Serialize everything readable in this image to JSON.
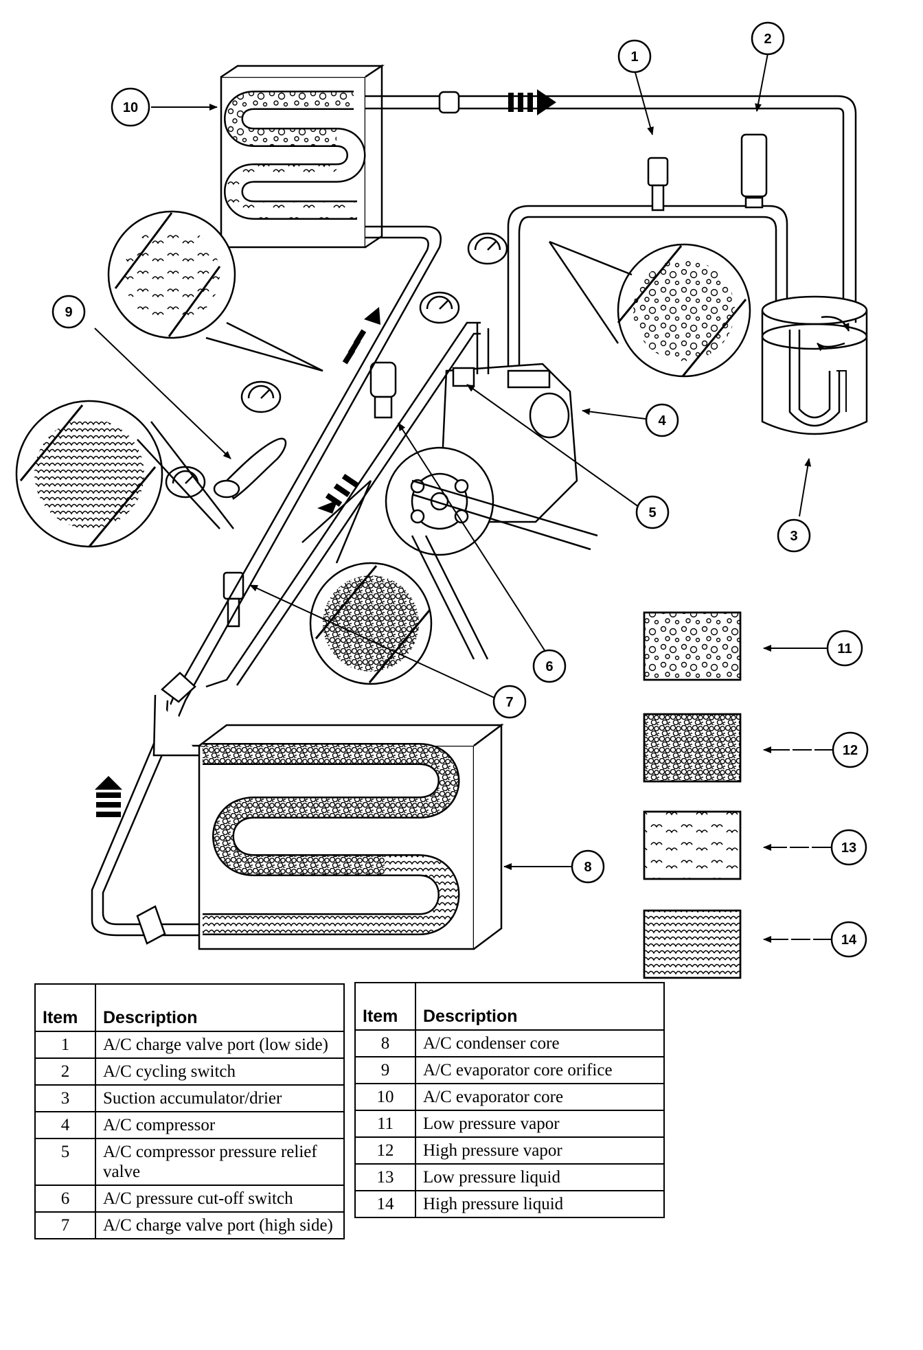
{
  "callouts": [
    "1",
    "2",
    "3",
    "4",
    "5",
    "6",
    "7",
    "8",
    "9",
    "10",
    "11",
    "12",
    "13",
    "14"
  ],
  "legend_left": {
    "col_item": "Item",
    "col_desc": "Description",
    "rows": [
      {
        "item": "1",
        "desc": "A/C charge valve port (low side)"
      },
      {
        "item": "2",
        "desc": "A/C cycling switch"
      },
      {
        "item": "3",
        "desc": "Suction accumulator/drier"
      },
      {
        "item": "4",
        "desc": "A/C compressor"
      },
      {
        "item": "5",
        "desc": "A/C compressor pressure relief valve"
      },
      {
        "item": "6",
        "desc": "A/C pressure cut-off switch"
      },
      {
        "item": "7",
        "desc": "A/C charge valve port (high side)"
      }
    ]
  },
  "legend_right": {
    "col_item": "Item",
    "col_desc": "Description",
    "rows": [
      {
        "item": "8",
        "desc": "A/C condenser core"
      },
      {
        "item": "9",
        "desc": "A/C evaporator core orifice"
      },
      {
        "item": "10",
        "desc": "A/C evaporator core"
      },
      {
        "item": "11",
        "desc": "Low pressure vapor"
      },
      {
        "item": "12",
        "desc": "High pressure vapor"
      },
      {
        "item": "13",
        "desc": "Low pressure liquid"
      },
      {
        "item": "14",
        "desc": "High pressure liquid"
      }
    ]
  }
}
